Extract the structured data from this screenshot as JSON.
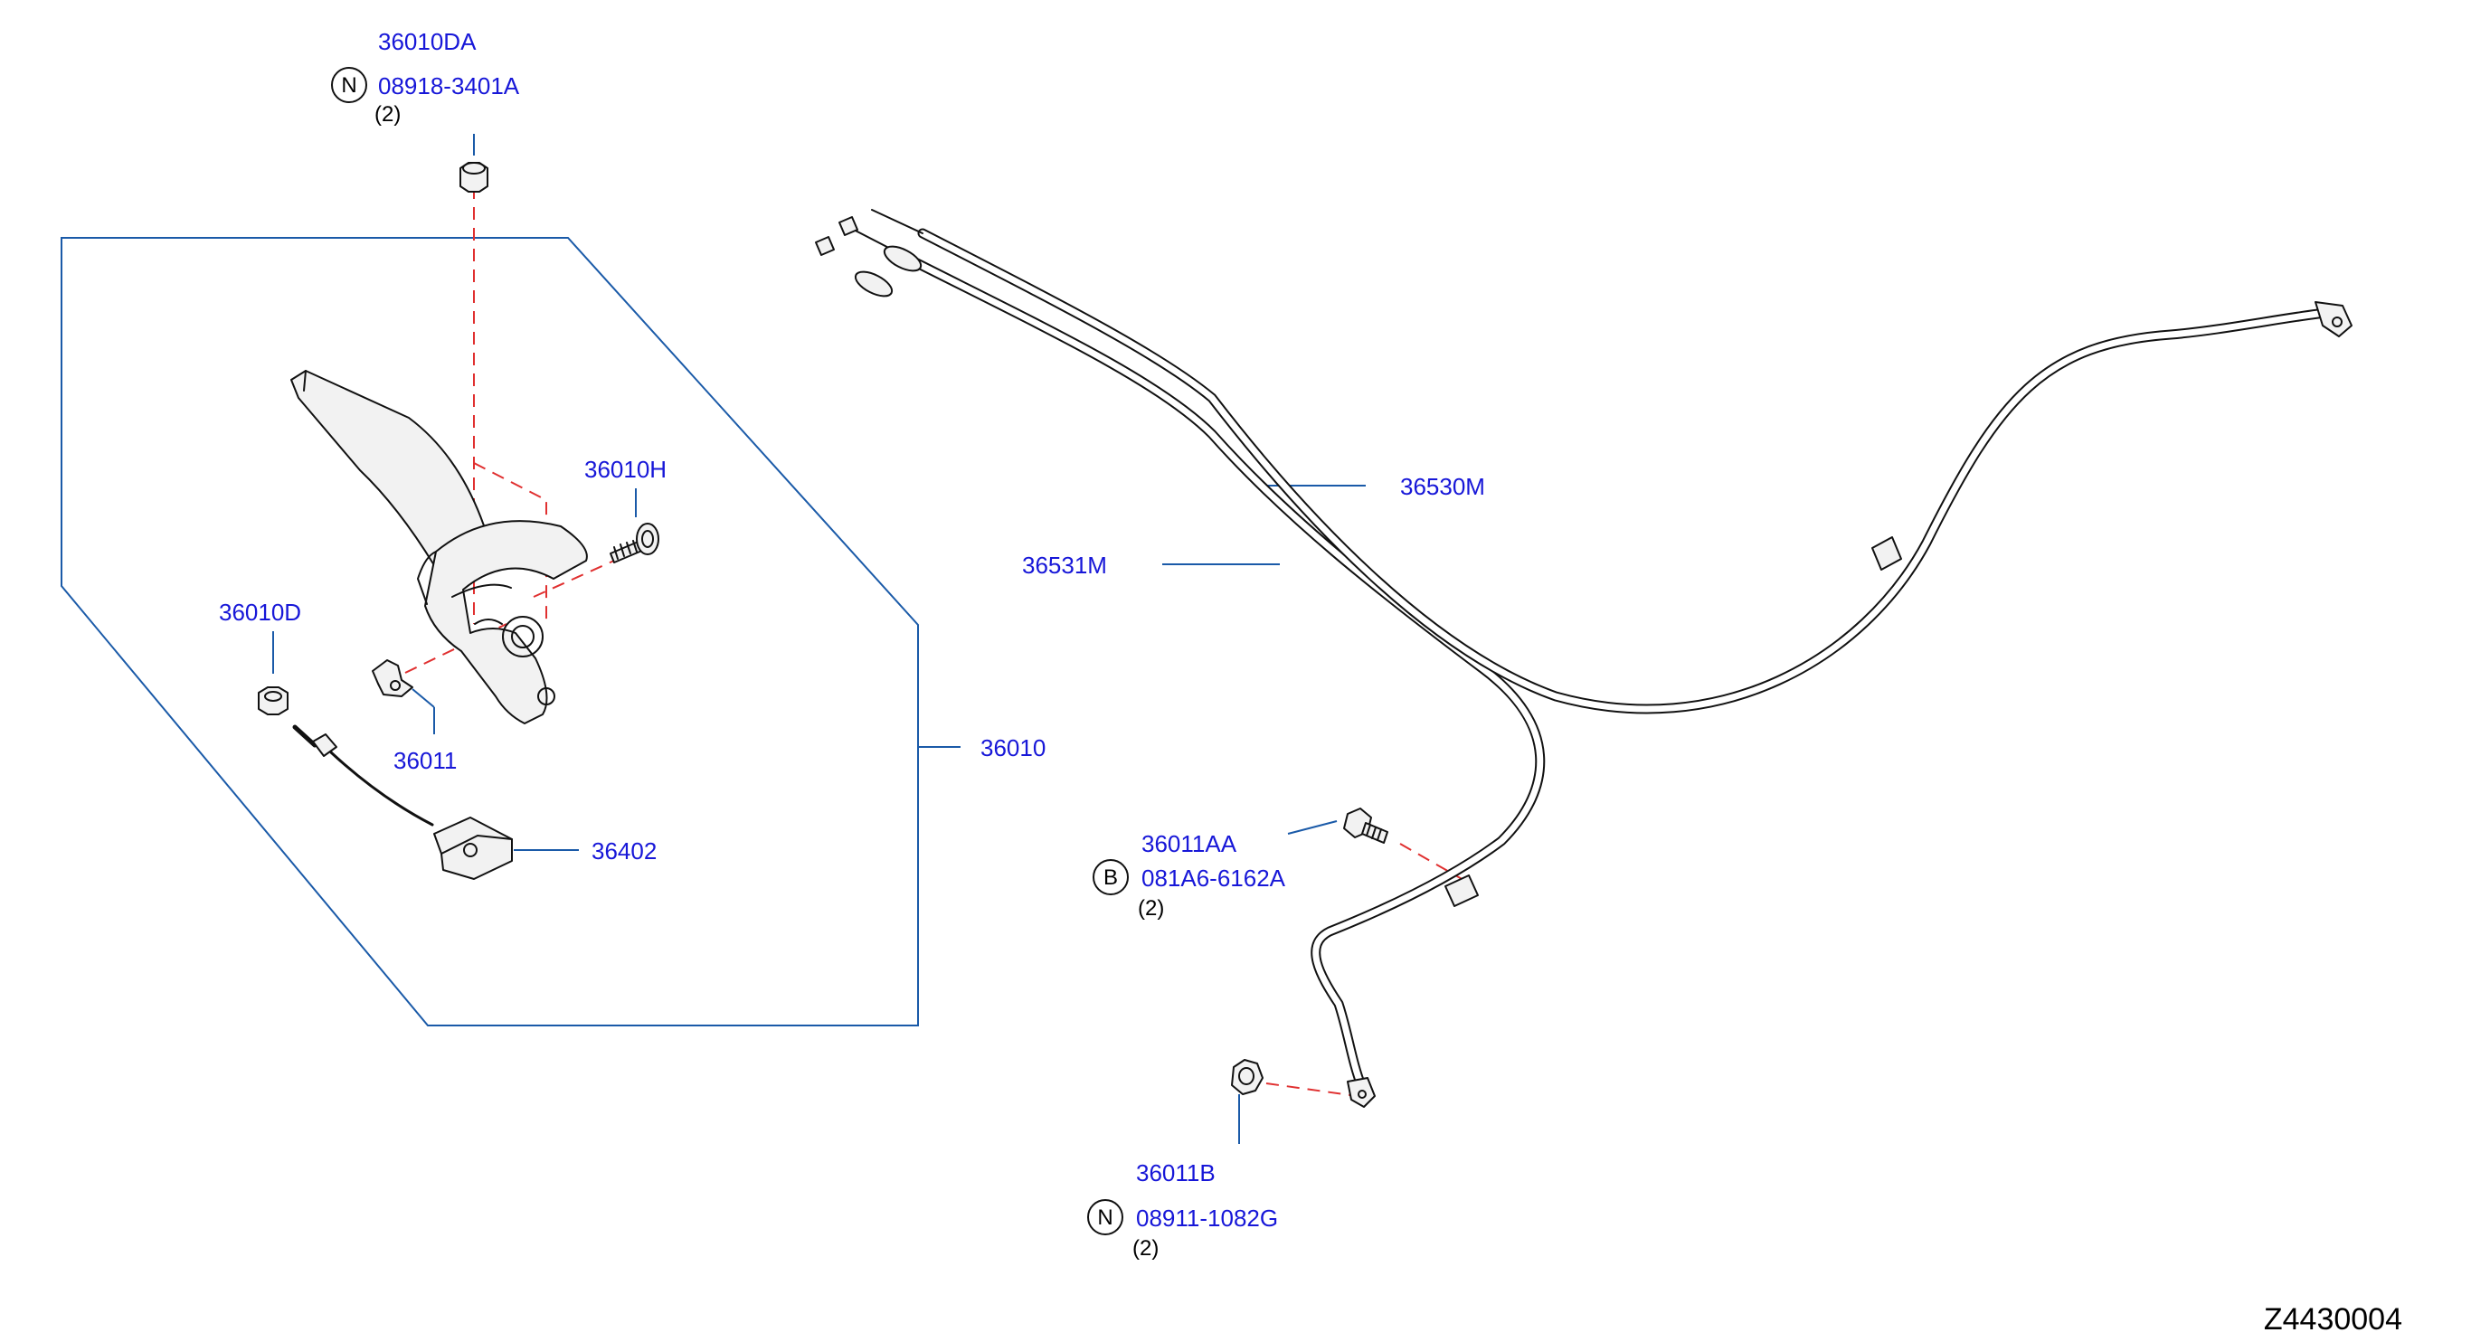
{
  "diagram_id": "Z4430004",
  "parts": {
    "p36010DA": {
      "code": "36010DA",
      "badge": "N",
      "alt_code": "08918-3401A",
      "qty": "(2)"
    },
    "p36010H": {
      "code": "36010H"
    },
    "p36010D": {
      "code": "36010D"
    },
    "p36011": {
      "code": "36011"
    },
    "p36010": {
      "code": "36010"
    },
    "p36402": {
      "code": "36402"
    },
    "p36530M": {
      "code": "36530M"
    },
    "p36531M": {
      "code": "36531M"
    },
    "p36011AA": {
      "code": "36011AA",
      "badge": "B",
      "alt_code": "081A6-6162A",
      "qty": "(2)"
    },
    "p36011B": {
      "code": "36011B",
      "badge": "N",
      "alt_code": "08911-1082G",
      "qty": "(2)"
    }
  },
  "colors": {
    "callout_text": "#1717d8",
    "leader_line": "#1a5aa8",
    "assembly_dash": "#e03030",
    "part_outline": "#111111"
  }
}
